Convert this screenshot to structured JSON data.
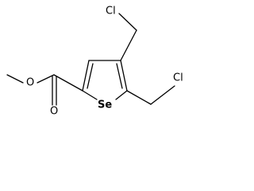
{
  "molecule": {
    "atom_labels": {
      "ring_heteroatom": "Se",
      "ester_carbonyl_oxygen": "O",
      "ester_ether_oxygen": "O",
      "chlorine_upper": "Cl",
      "chlorine_lower": "Cl"
    }
  },
  "colors": {
    "bond": "#000000",
    "label": "#000000",
    "background": "#ffffff"
  }
}
